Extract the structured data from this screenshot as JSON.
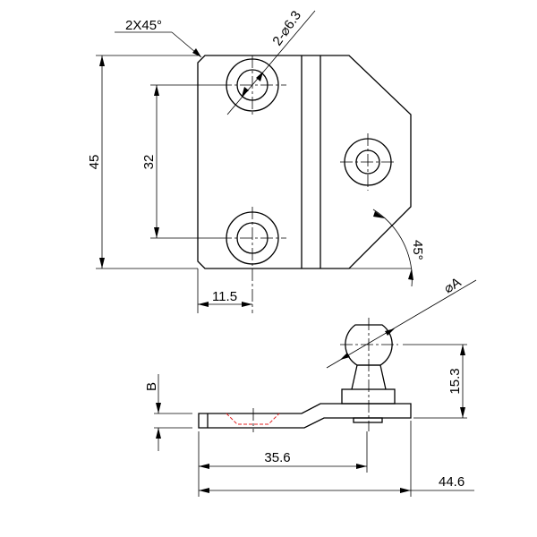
{
  "drawing": {
    "top_view": {
      "chamfer_note": "2X45°",
      "hole_note": "2-⌀6.3",
      "height_dim": "45",
      "hole_spacing_dim": "32",
      "hole_offset_dim": "11.5",
      "angle_dim": "45°"
    },
    "side_view": {
      "ball_diameter_note": "⌀A",
      "thickness_note": "B",
      "ball_height_dim": "15.3",
      "stud_position_dim": "35.6",
      "overall_length_dim": "44.6"
    },
    "colors": {
      "line": "#000000",
      "hidden_countersink": "#e02020"
    }
  }
}
